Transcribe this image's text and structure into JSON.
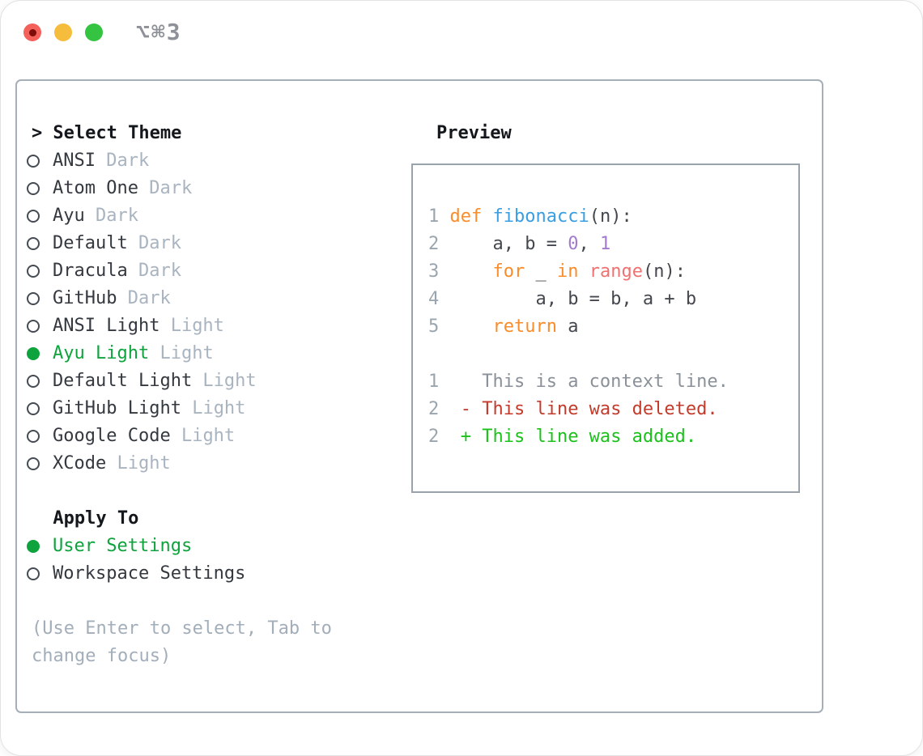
{
  "window": {
    "title": "⌥⌘3",
    "traffic_lights": {
      "close": "close-button",
      "minimize": "minimize-button",
      "zoom": "zoom-button"
    }
  },
  "theme_panel": {
    "header_marker": ">",
    "header_label": "Select Theme",
    "themes": [
      {
        "name": "ANSI",
        "variant": "Dark",
        "selected": false
      },
      {
        "name": "Atom One",
        "variant": "Dark",
        "selected": false
      },
      {
        "name": "Ayu",
        "variant": "Dark",
        "selected": false
      },
      {
        "name": "Default",
        "variant": "Dark",
        "selected": false
      },
      {
        "name": "Dracula",
        "variant": "Dark",
        "selected": false
      },
      {
        "name": "GitHub",
        "variant": "Dark",
        "selected": false
      },
      {
        "name": "ANSI Light",
        "variant": "Light",
        "selected": false
      },
      {
        "name": "Ayu Light",
        "variant": "Light",
        "selected": true
      },
      {
        "name": "Default Light",
        "variant": "Light",
        "selected": false
      },
      {
        "name": "GitHub Light",
        "variant": "Light",
        "selected": false
      },
      {
        "name": "Google Code",
        "variant": "Light",
        "selected": false
      },
      {
        "name": "XCode",
        "variant": "Light",
        "selected": false
      }
    ],
    "apply_to_label": "Apply To",
    "apply_options": [
      {
        "name": "User Settings",
        "selected": true
      },
      {
        "name": "Workspace Settings",
        "selected": false
      }
    ],
    "hint": "(Use Enter to select, Tab to change focus)"
  },
  "preview": {
    "label": "Preview",
    "code_lines": [
      {
        "num": "1",
        "tokens": [
          {
            "t": "def",
            "c": "keyword"
          },
          {
            "t": " "
          },
          {
            "t": "fibonacci",
            "c": "function"
          },
          {
            "t": "(n):"
          }
        ]
      },
      {
        "num": "2",
        "tokens": [
          {
            "t": "    a, b = "
          },
          {
            "t": "0",
            "c": "number"
          },
          {
            "t": ", "
          },
          {
            "t": "1",
            "c": "number"
          }
        ]
      },
      {
        "num": "3",
        "tokens": [
          {
            "t": "    "
          },
          {
            "t": "for",
            "c": "keyword"
          },
          {
            "t": " _ "
          },
          {
            "t": "in",
            "c": "keyword"
          },
          {
            "t": " "
          },
          {
            "t": "range",
            "c": "call"
          },
          {
            "t": "(n):"
          }
        ]
      },
      {
        "num": "4",
        "tokens": [
          {
            "t": "        a, b = b, a + b"
          }
        ]
      },
      {
        "num": "5",
        "tokens": [
          {
            "t": "    "
          },
          {
            "t": "return",
            "c": "keyword"
          },
          {
            "t": " a"
          }
        ]
      }
    ],
    "diff_lines": [
      {
        "num": "1",
        "marker": " ",
        "text": "This is a context line.",
        "kind": "context"
      },
      {
        "num": "2",
        "marker": "-",
        "text": "This line was deleted.",
        "kind": "deleted"
      },
      {
        "num": "2",
        "marker": "+",
        "text": "This line was added.",
        "kind": "added"
      }
    ]
  },
  "colors": {
    "selected_green": "#0ea33c",
    "added_green": "#1cc11c",
    "deleted_red": "#c43a2b",
    "context_gray": "#8a9199",
    "keyword_orange": "#f98c2b",
    "function_blue": "#3a9ee0",
    "number_purple": "#a37acc",
    "call_coral": "#f07171",
    "line_number_gray": "#9aa5ae",
    "suffix_gray": "#a9b4c1",
    "hint_gray": "#a3aebb",
    "panel_border": "#a6aeb8",
    "traffic_red": "#f4605a",
    "traffic_yellow": "#f6bd3c",
    "traffic_green": "#35c342"
  }
}
